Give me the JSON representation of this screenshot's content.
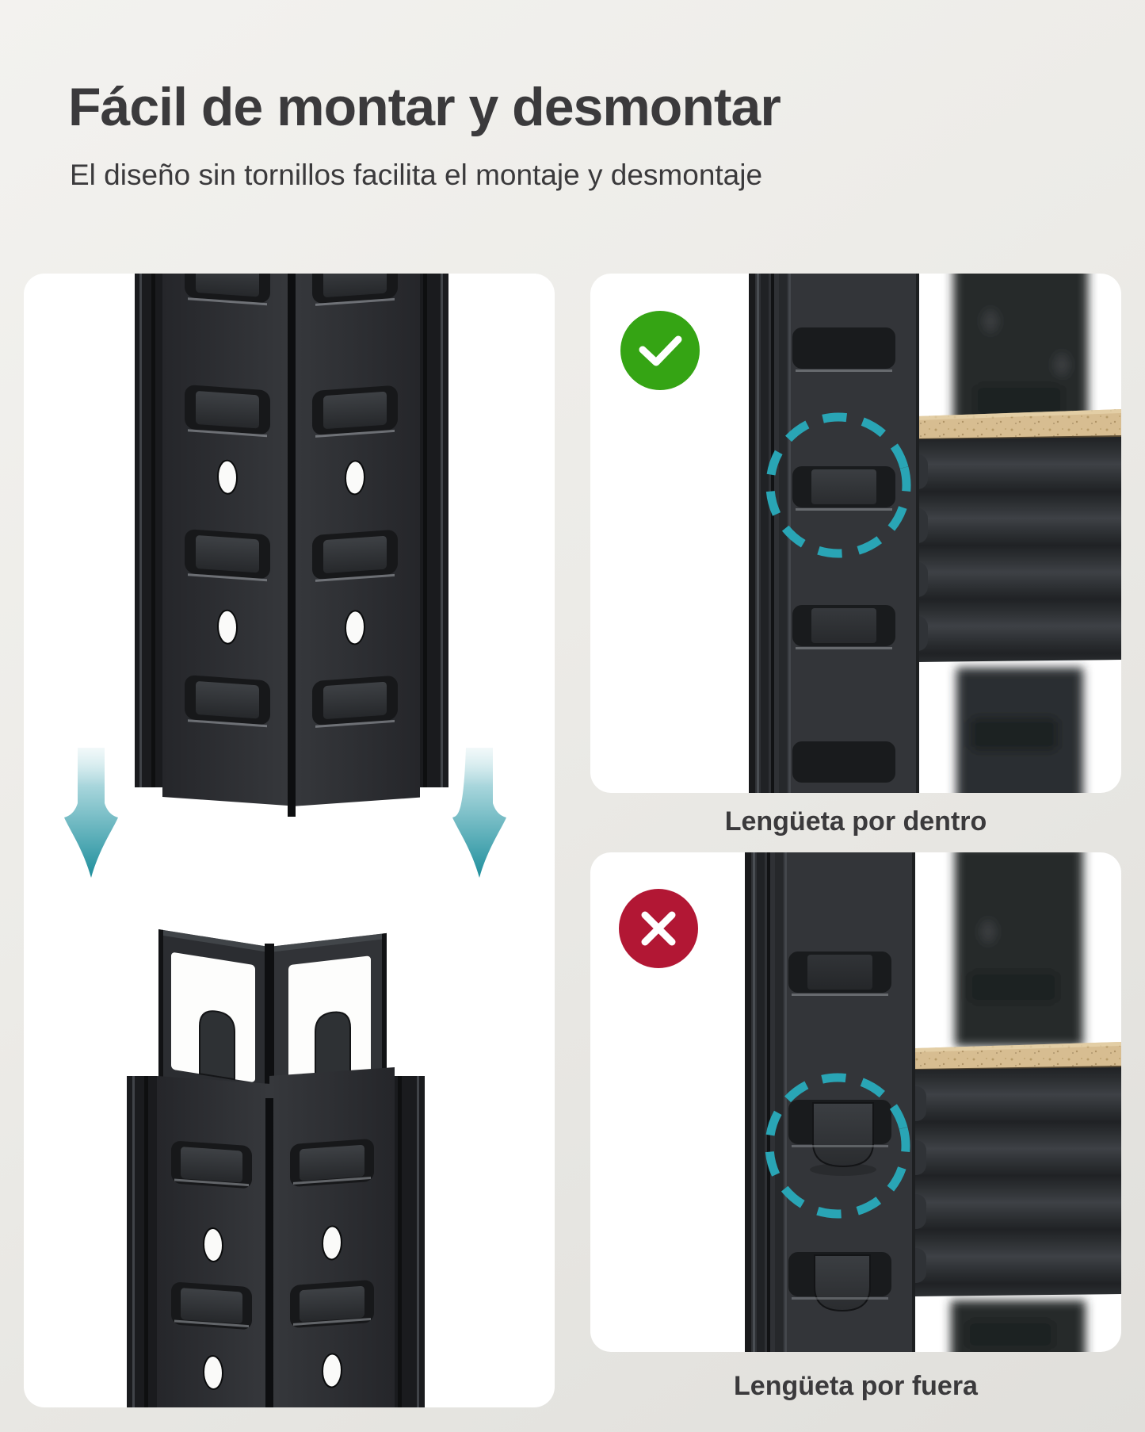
{
  "header": {
    "title": "Fácil de montar y desmontar",
    "subtitle": "El diseño sin tornillos facilita el montaje y desmontaje"
  },
  "sections": {
    "left_panel": {
      "content": "upright-posts-and-corner-connector-illustration",
      "arrow_icon": "down-arrow-icon",
      "arrow_count": 2
    },
    "right_top": {
      "caption": "Lengüeta por dentro",
      "status": "correct",
      "icon": "check-icon"
    },
    "right_bottom": {
      "caption": "Lengüeta por fuera",
      "status": "incorrect",
      "icon": "cross-icon"
    }
  },
  "icons": {
    "check": "check-icon",
    "cross": "cross-icon",
    "down_arrow": "down-arrow-icon",
    "highlight": "dashed-circle-icon"
  },
  "colors": {
    "background": "#ECEBE7",
    "panel": "#FFFFFF",
    "text_dark": "#3B3A3C",
    "accent_teal": "#239DAD",
    "success_green": "#35A414",
    "error_red": "#B21734",
    "post_dark": "#2F3135",
    "wood": "#D7BD91"
  }
}
